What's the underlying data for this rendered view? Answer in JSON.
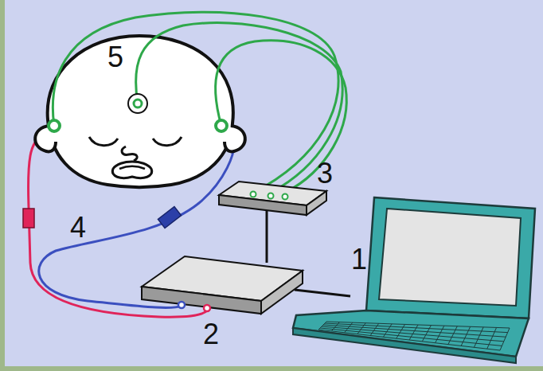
{
  "diagram": {
    "labels": [
      "5",
      "3",
      "4",
      "1",
      "2"
    ]
  }
}
